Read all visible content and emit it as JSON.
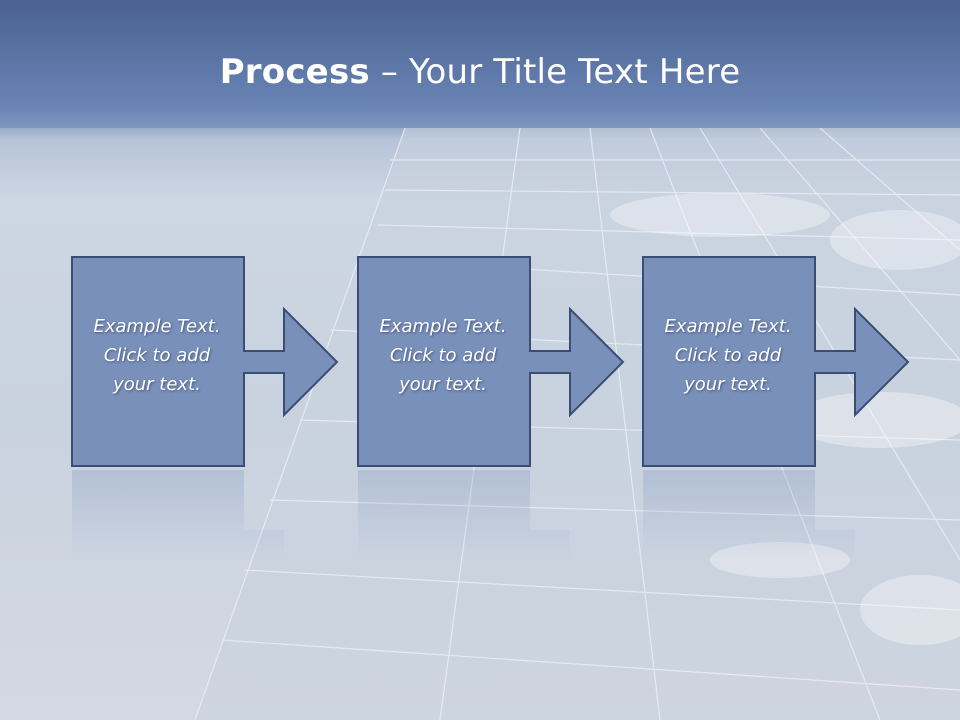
{
  "slide": {
    "title_bold": "Process",
    "title_rest": " – Your Title Text Here"
  },
  "steps": [
    {
      "lines": [
        "Example Text.",
        "Click  to add",
        "your text."
      ]
    },
    {
      "lines": [
        "Example Text.",
        "Click  to add",
        "your text."
      ]
    },
    {
      "lines": [
        "Example Text.",
        "Click  to add",
        "your text."
      ]
    }
  ],
  "colors": {
    "header": "#5a74a4",
    "shape_fill": "#7990bb",
    "shape_stroke": "#3b4d73",
    "text": "#ffffff"
  }
}
